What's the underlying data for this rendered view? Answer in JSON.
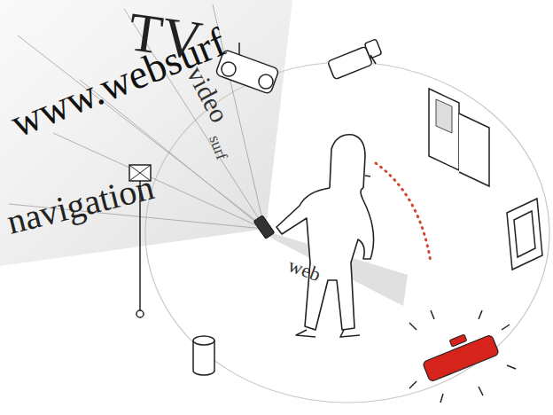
{
  "diagram": {
    "labels": [
      "www.websurf",
      "TV",
      "video",
      "navigation",
      "surf",
      "web"
    ]
  }
}
